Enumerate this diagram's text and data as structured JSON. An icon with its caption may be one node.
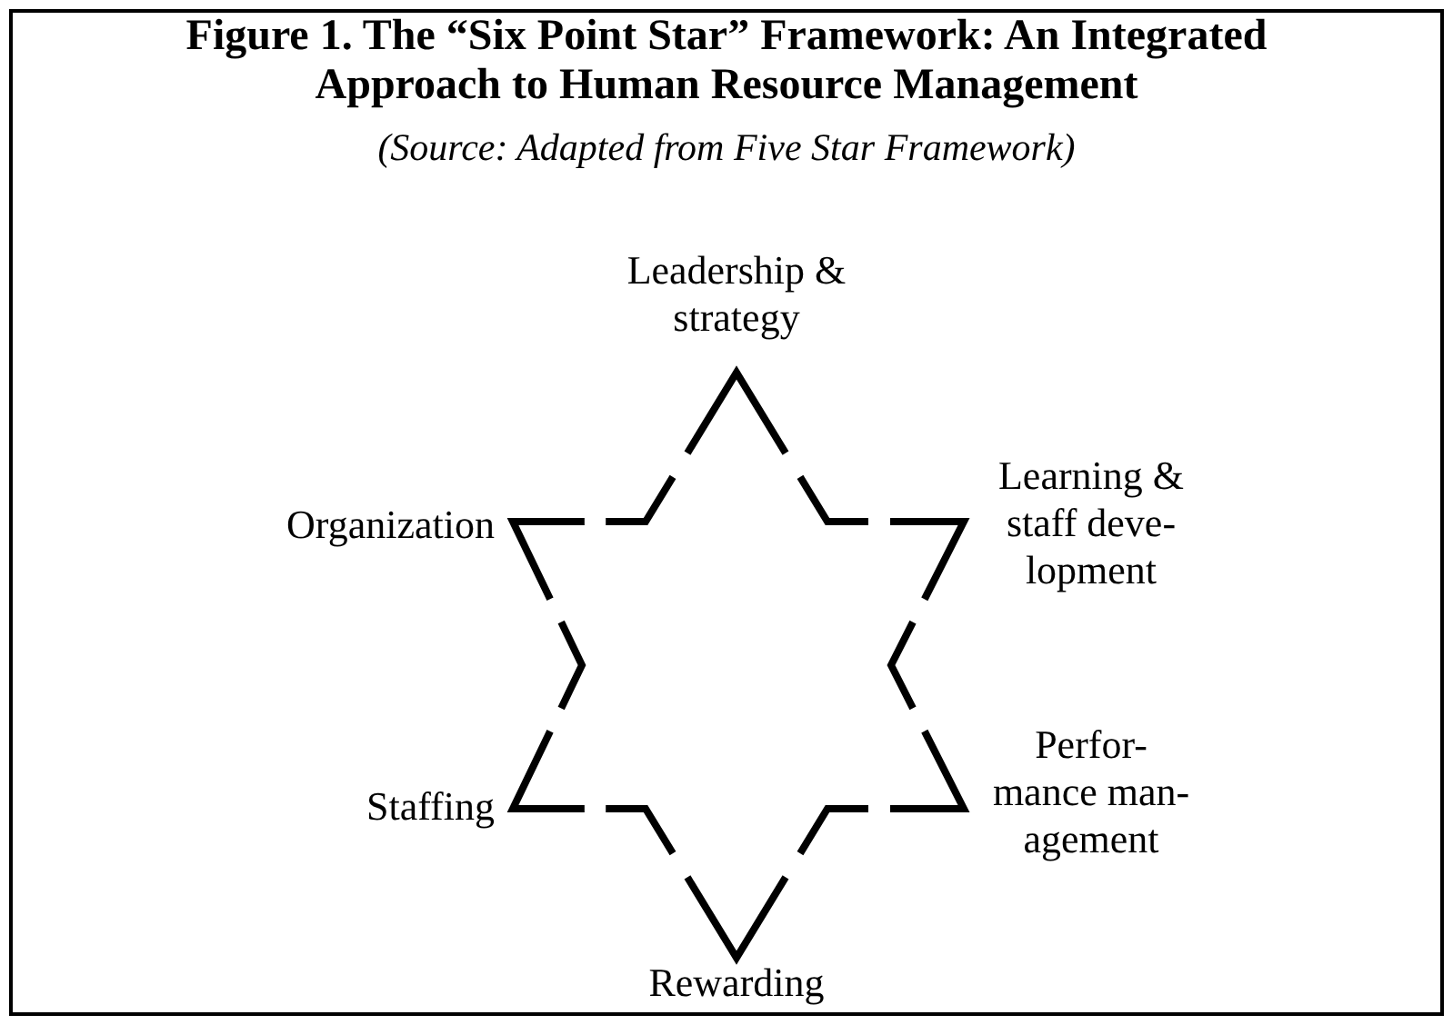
{
  "diagram": {
    "title": "Figure 1.  The “Six Point Star” Framework:  An Integrated Approach to Human Resource Management",
    "labels": [
      "(Source:  Adapted from Five Star Framework)",
      "Leadership & strategy",
      "Organization",
      "Learning & staff deve- lopment",
      "Perfor- mance man- agement",
      "Staffing",
      "Rewarding"
    ]
  }
}
